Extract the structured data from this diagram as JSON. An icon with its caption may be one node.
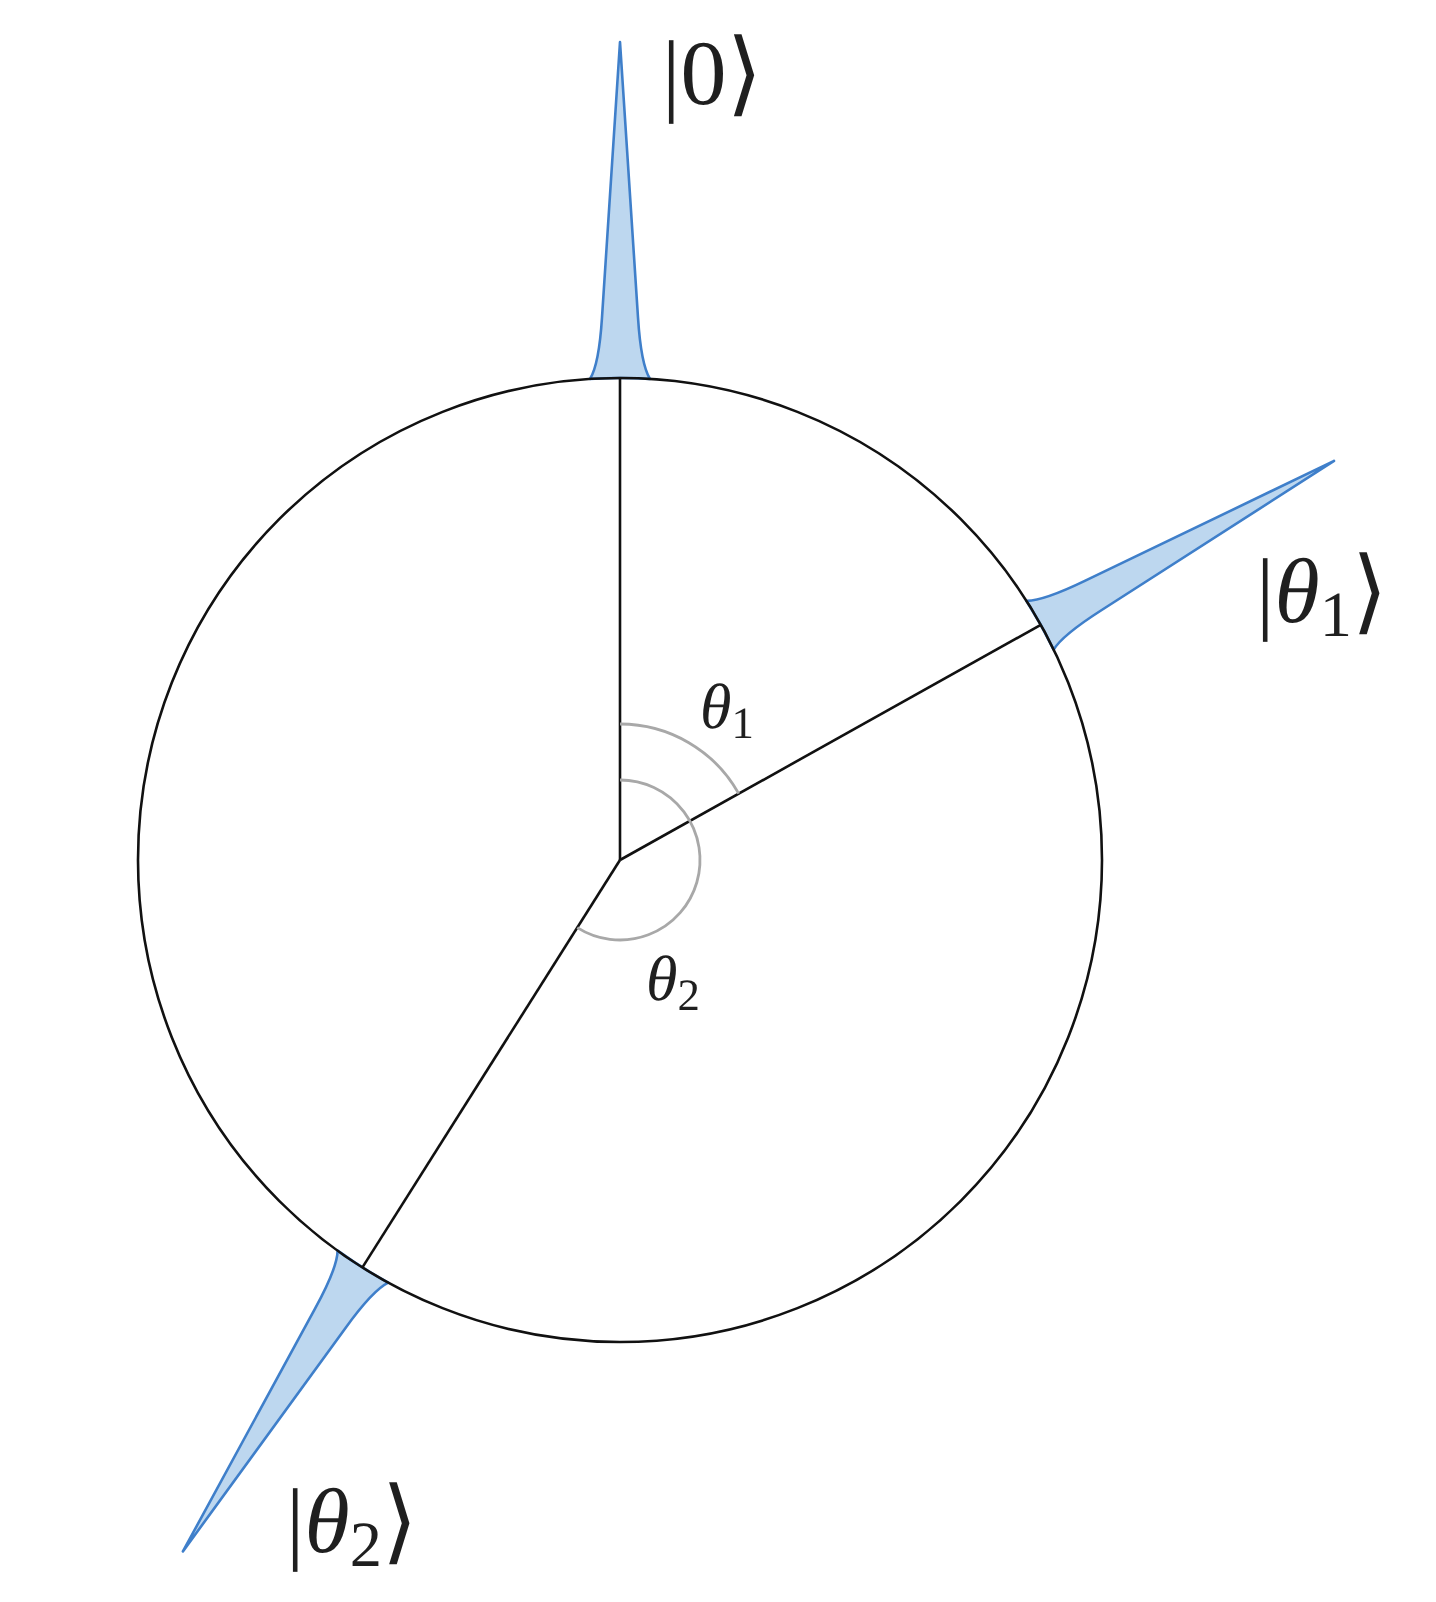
{
  "diagram": {
    "nodes": [
      {
        "text": [],
        "shape": "peak",
        "beside": [
          "|0⟩"
        ]
      },
      {
        "text": [],
        "shape": "peak",
        "beside": [
          "|*θ*$_{1}$⟩"
        ]
      },
      {
        "text": [],
        "shape": "peak",
        "beside": [
          "|*θ*$_{2}$⟩"
        ]
      }
    ],
    "labels": [
      "*θ*$_{1}$",
      "*θ*$_{2}$"
    ]
  }
}
